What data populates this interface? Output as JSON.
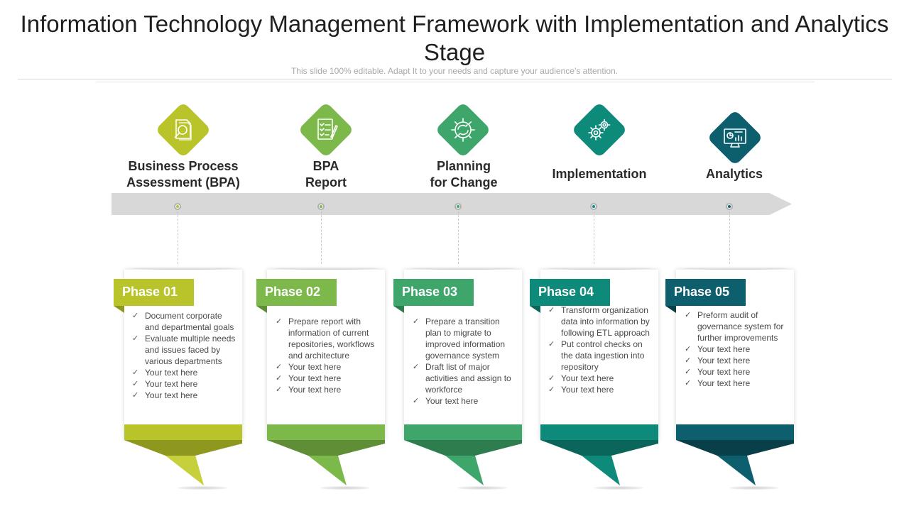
{
  "header": {
    "title": "Information Technology Management Framework with Implementation and Analytics Stage",
    "subtitle": "This slide 100% editable. Adapt It to your needs and capture your audience’s attention."
  },
  "stages": [
    {
      "label_line1": "Business  Process",
      "label_line2": "Assessment (BPA)",
      "icon": "document-search-icon",
      "color": "#b8c429",
      "phase": "Phase 01",
      "bullets": [
        "Document corporate and departmental goals",
        "Evaluate multiple needs and issues faced by various departments",
        "Your text here",
        "Your text here",
        "Your text here"
      ]
    },
    {
      "label_line1": "BPA",
      "label_line2": "Report",
      "icon": "report-checklist-icon",
      "color": "#7db84a",
      "phase": "Phase 02",
      "bullets": [
        "Prepare report with information of current repositories, workflows and architecture",
        "Your text here",
        "Your text here",
        "Your text here"
      ]
    },
    {
      "label_line1": "Planning",
      "label_line2": "for Change",
      "icon": "gear-cycle-icon",
      "color": "#3fa66b",
      "phase": "Phase 03",
      "bullets": [
        "Prepare a transition plan to migrate to improved information governance system",
        "Draft list of major activities and assign to workforce",
        "Your text here"
      ]
    },
    {
      "label_line1": "Implementation",
      "label_line2": "",
      "icon": "gears-icon",
      "color": "#0e8a7b",
      "phase": "Phase 04",
      "bullets": [
        "Transform organization data into information by following ETL approach",
        "Put control checks on the data ingestion into repository",
        "Your text here",
        "Your text here"
      ]
    },
    {
      "label_line1": "Analytics",
      "label_line2": "",
      "icon": "monitor-analytics-icon",
      "color": "#0d5f6e",
      "phase": "Phase 05",
      "bullets": [
        "Preform audit of governance system for further improvements",
        "Your text here",
        "Your text here",
        "Your text here",
        "Your text here"
      ]
    }
  ]
}
